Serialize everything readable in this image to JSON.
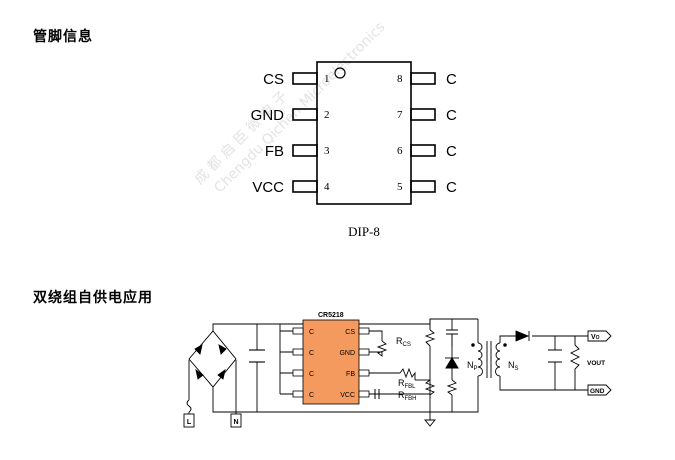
{
  "headings": {
    "pinout": "管脚信息",
    "application": "双绕组自供电应用"
  },
  "pinout": {
    "package": "DIP-8",
    "left_pins": [
      {
        "num": "1",
        "label": "CS"
      },
      {
        "num": "2",
        "label": "GND"
      },
      {
        "num": "3",
        "label": "FB"
      },
      {
        "num": "4",
        "label": "VCC"
      }
    ],
    "right_pins": [
      {
        "num": "8",
        "label": "C"
      },
      {
        "num": "7",
        "label": "C"
      },
      {
        "num": "6",
        "label": "C"
      },
      {
        "num": "5",
        "label": "C"
      }
    ]
  },
  "watermark": {
    "chinese": "成 都 启 臣 微 电 子",
    "english": "Chengdu Qichen Microelectronics"
  },
  "schematic": {
    "ic_name": "CR5218",
    "ic_left_pins": [
      "C",
      "C",
      "C",
      "C"
    ],
    "ic_right_pins": [
      "CS",
      "GND",
      "FB",
      "VCC"
    ],
    "r_cs": {
      "main": "R",
      "sub": "CS"
    },
    "r_fbl": {
      "main": "R",
      "sub": "FBL"
    },
    "r_fbh": {
      "main": "R",
      "sub": "FBH"
    },
    "np": {
      "main": "N",
      "sub": "P"
    },
    "ns": {
      "main": "N",
      "sub": "S"
    },
    "vo": {
      "main": "V",
      "sub": "O"
    },
    "vout": "VOUT",
    "gnd": "GND",
    "l": "L",
    "n": "N",
    "ic_color": "#f59a5e"
  }
}
